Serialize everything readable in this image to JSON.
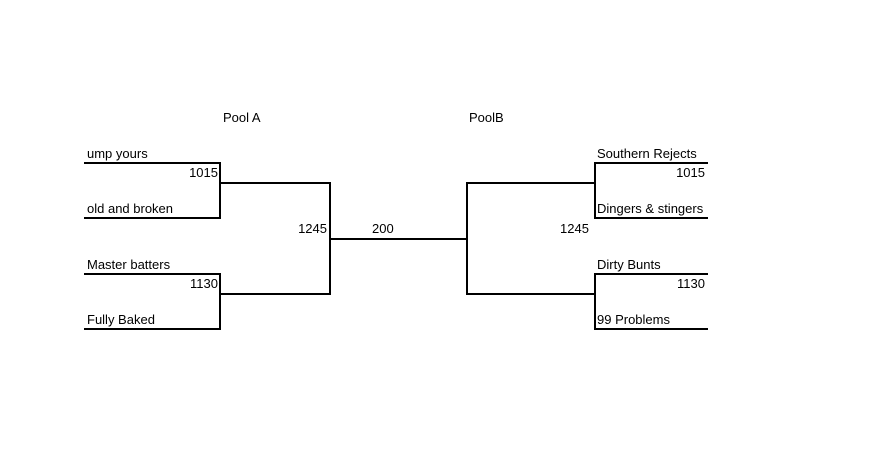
{
  "pools": {
    "left": {
      "label": "Pool A"
    },
    "right": {
      "label": "PoolB"
    }
  },
  "left": {
    "teams": [
      "ump yours",
      "old and broken",
      "Master batters",
      "Fully Baked"
    ],
    "round1_times": [
      "1015",
      "1130"
    ],
    "semifinal_time": "1245"
  },
  "right": {
    "teams": [
      "Southern Rejects",
      "Dingers & stingers",
      "Dirty Bunts",
      "99 Problems"
    ],
    "round1_times": [
      "1015",
      "1130"
    ],
    "semifinal_time": "1245"
  },
  "final": {
    "time": "200"
  },
  "colors": {
    "line": "#000000",
    "background": "#ffffff"
  }
}
